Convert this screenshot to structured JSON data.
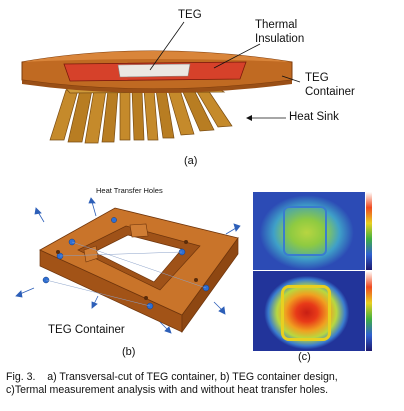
{
  "panel_a": {
    "labels": {
      "teg": "TEG",
      "thermal_insulation": "Thermal\nInsulation",
      "teg_container": "TEG\nContainer",
      "heat_sink": "Heat Sink"
    },
    "sub_label": "(a)"
  },
  "panel_b": {
    "labels": {
      "heat_transfer_holes": "Heat Transfer Holes",
      "teg_container": "TEG Container"
    },
    "sub_label": "(b)"
  },
  "panel_c": {
    "sub_label": "(c)"
  },
  "caption": {
    "line1": "Fig. 3.    a) Transversal-cut of TEG container, b) TEG container design,",
    "line2": "c)Termal measurement analysis with and without heat transfer holes."
  },
  "colors": {
    "container_orange": "#c9742a",
    "container_dark": "#9a4f16",
    "teg_red": "#d8432b",
    "teg_white": "#ece8e2",
    "heatsink": "#c4862a",
    "thermal_blue_dark": "#1d2b8f",
    "thermal_hot": "#e02a1a"
  }
}
